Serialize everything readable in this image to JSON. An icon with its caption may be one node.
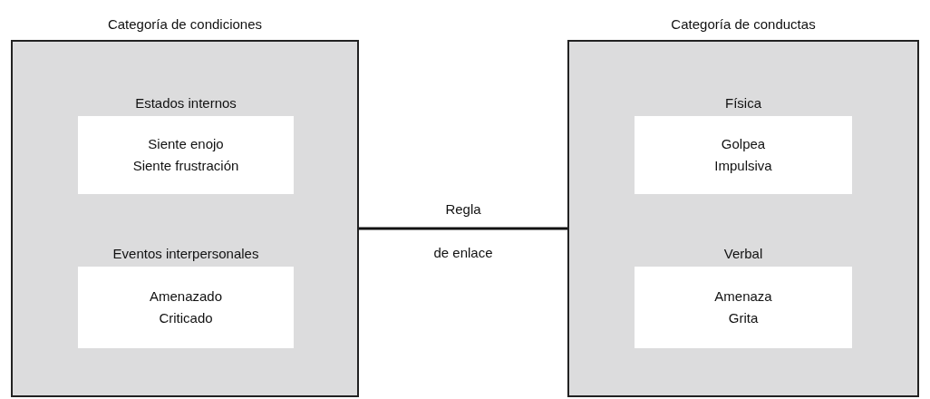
{
  "diagram": {
    "nodes": [
      {
        "text": [
          "Categoría de condiciones"
        ]
      },
      {
        "text": [
          "Estados internos",
          "Siente enojo",
          "Siente frustración"
        ],
        "in": 0
      },
      {
        "text": [
          "Eventos interpersonales",
          "Amenazado",
          "Criticado"
        ],
        "in": 0
      },
      {
        "text": [
          "Categoría de conductas"
        ]
      },
      {
        "text": [
          "Física",
          "Golpea",
          "Impulsiva"
        ],
        "in": 3
      },
      {
        "text": [
          "Verbal",
          "Amenaza",
          "Grita"
        ],
        "in": 3
      }
    ],
    "edges": [
      {
        "from": 0,
        "to": 3,
        "arrow": "none"
      }
    ],
    "labels": [
      "Regla",
      "de enlace"
    ]
  }
}
